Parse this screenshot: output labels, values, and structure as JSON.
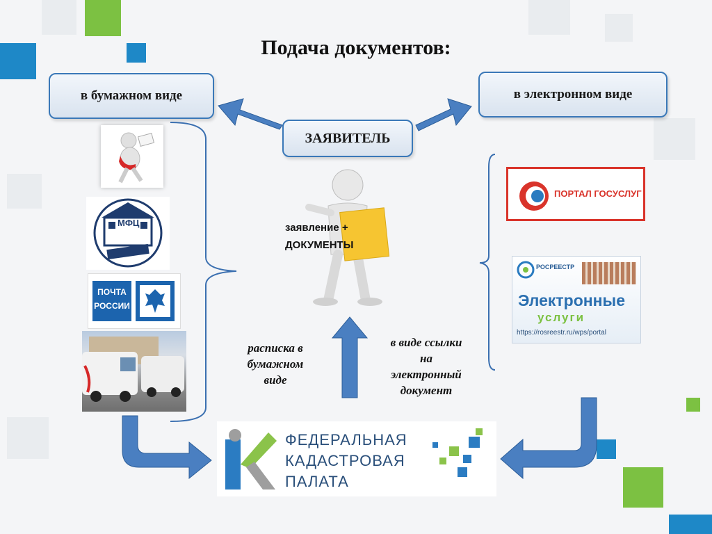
{
  "title": "Подача документов:",
  "left_box": "в бумажном виде",
  "right_box": "в электронном виде",
  "center_box": "ЗАЯВИТЕЛЬ",
  "center_figure": {
    "line1": "заявление +",
    "line2": "ДОКУМЕНТЫ"
  },
  "left_icons": {
    "mfc": "МФЦ",
    "pochta_line1": "ПОЧТА",
    "pochta_line2": "РОССИИ"
  },
  "right_icons": {
    "gosuslugi": "ПОРТАЛ ГОСУСЛУГ",
    "rosreestr_brand": "РОСРЕЕСТР",
    "rosreestr_line1": "Электронные",
    "rosreestr_line2": "услуги",
    "rosreestr_url": "https://rosreestr.ru/wps/portal"
  },
  "receipt_label": [
    "расписка в",
    "бумажном",
    "виде"
  ],
  "link_label": [
    "в виде ссылки",
    "на",
    "электронный",
    "документ"
  ],
  "fkp": {
    "line1": "ФЕДЕРАЛЬНАЯ",
    "line2": "КАДАСТРОВАЯ",
    "line3": "ПАЛАТА"
  },
  "colors": {
    "arrow": "#4a7fc1",
    "accent_green": "#7cc142",
    "accent_blue": "#1e88c7",
    "gosuslugi_red": "#d9342b"
  }
}
